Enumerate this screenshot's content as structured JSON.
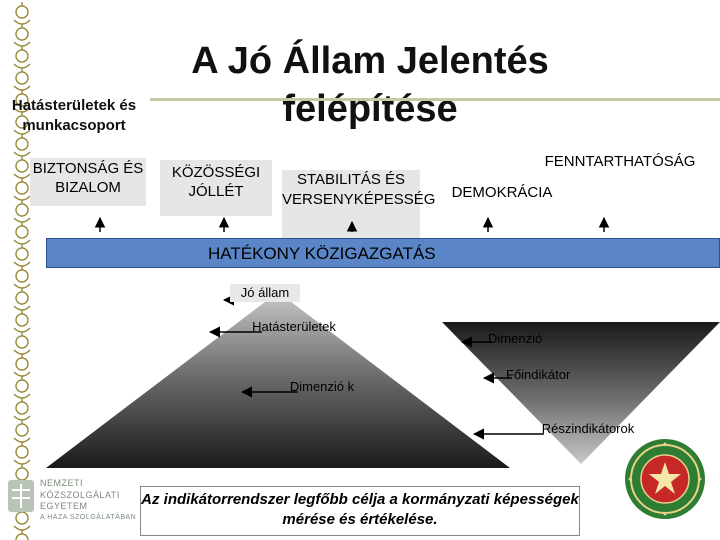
{
  "title": "A Jó Állam Jelentés felépítése",
  "side_label": "Hatásterületek és munkacsoport",
  "areas": [
    "BIZTONSÁG ÉS BIZALOM",
    "KÖZÖSSÉGI JÓLLÉT",
    "STABILITÁS ÉS VERSENYKÉPESSÉG",
    "DEMOKRÁCIA",
    "FENNTARTHATÓSÁG"
  ],
  "bar": {
    "label": "HATÉKONY KÖZIGAZGATÁS"
  },
  "pyramid_left": {
    "top": "Jó állam",
    "middle": "Hatásterületek",
    "bottom": "Dimenzió k"
  },
  "pyramid_right": {
    "top": "Dimenzió",
    "middle": "Főindikátor",
    "bottom": "Részindikátorok"
  },
  "logo": {
    "lines": [
      "NEMZETI",
      "KÖZSZOLGÁLATI",
      "EGYETEM",
      "A HAZA SZOLGÁLATÁBAN"
    ]
  },
  "footer": {
    "text": "Az indikátorrendszer legfőbb célja a kormányzati képességek mérése és értékelése."
  },
  "colors": {
    "bar": "#5a86c8",
    "box": "#e6e6e6",
    "seal": "#2e7d32"
  }
}
